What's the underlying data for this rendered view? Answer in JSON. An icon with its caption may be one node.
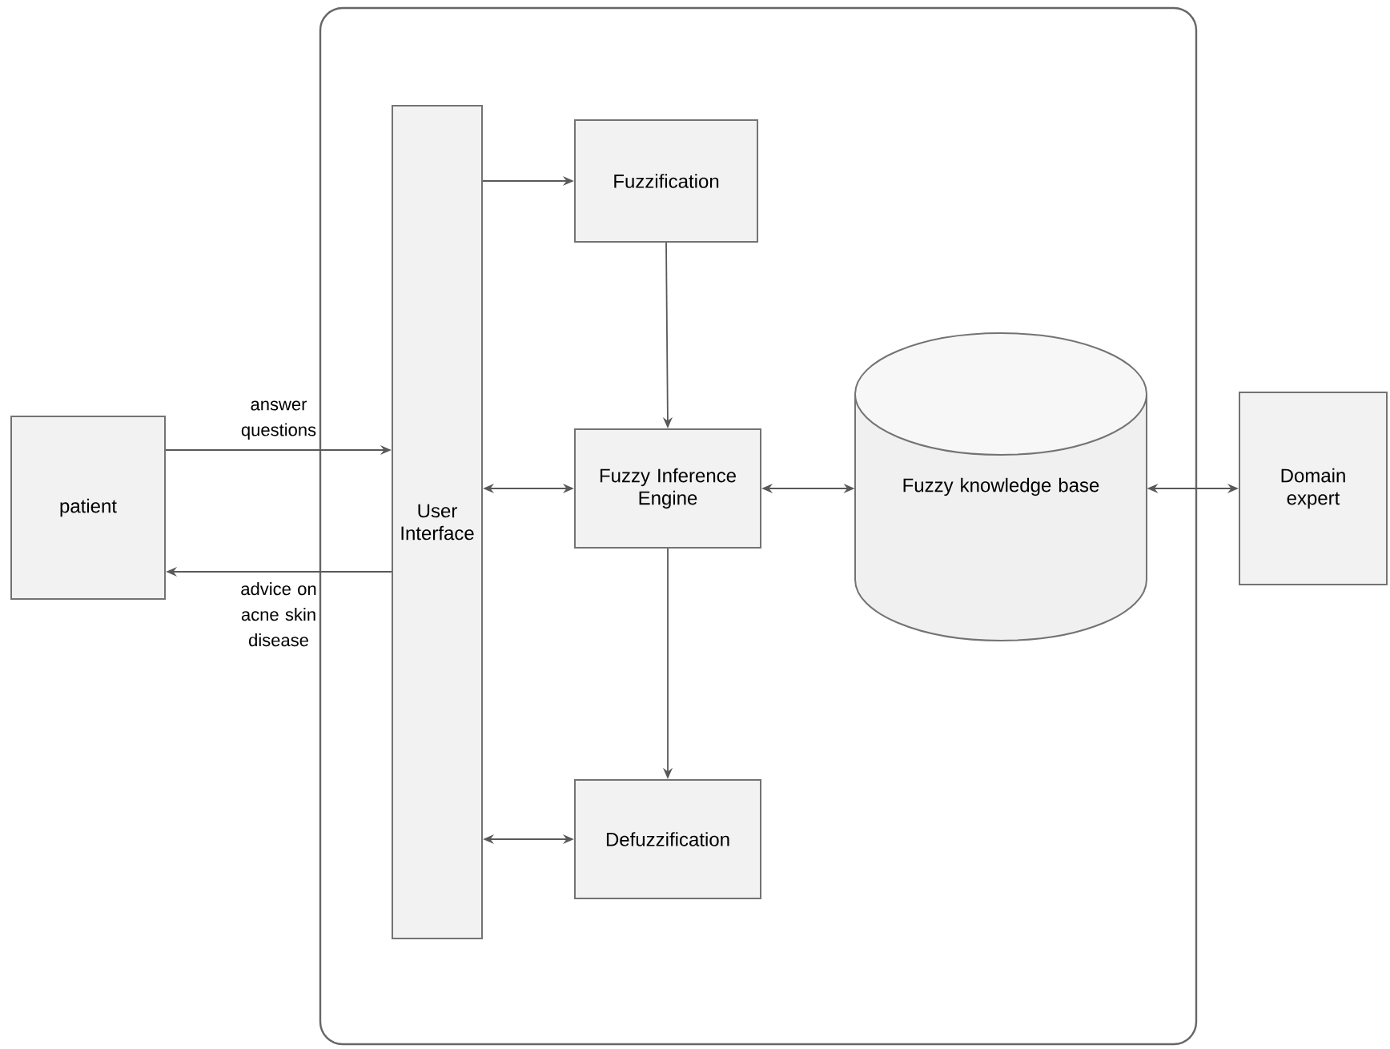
{
  "diagram": {
    "nodes": [
      {
        "text": [
          "patient"
        ]
      },
      {
        "text": [],
        "shape": "box"
      },
      {
        "text": [
          "User Interface"
        ],
        "in": 1
      },
      {
        "text": [
          "Fuzzification"
        ],
        "in": 1
      },
      {
        "text": [
          "Fuzzy Inference Engine"
        ],
        "in": 1
      },
      {
        "text": [
          "Fuzzy knowledge base"
        ],
        "in": 1
      },
      {
        "text": [
          "Defuzzification"
        ],
        "in": 1
      },
      {
        "text": [
          "Domain expert"
        ]
      }
    ],
    "edges": [
      {
        "from": 0,
        "to": 2,
        "arrow": "to",
        "label": "answer questions"
      },
      {
        "from": 2,
        "to": 0,
        "arrow": "to",
        "label": "advice on acne skin disease"
      },
      {
        "from": 2,
        "to": 3,
        "arrow": "to"
      },
      {
        "from": 3,
        "to": 4,
        "arrow": "to"
      },
      {
        "from": 2,
        "to": 4,
        "arrow": "both"
      },
      {
        "from": 4,
        "to": 5,
        "arrow": "both"
      },
      {
        "from": 5,
        "to": 7,
        "arrow": "both"
      },
      {
        "from": 4,
        "to": 6,
        "arrow": "to"
      },
      {
        "from": 2,
        "to": 6,
        "arrow": "both"
      }
    ]
  }
}
